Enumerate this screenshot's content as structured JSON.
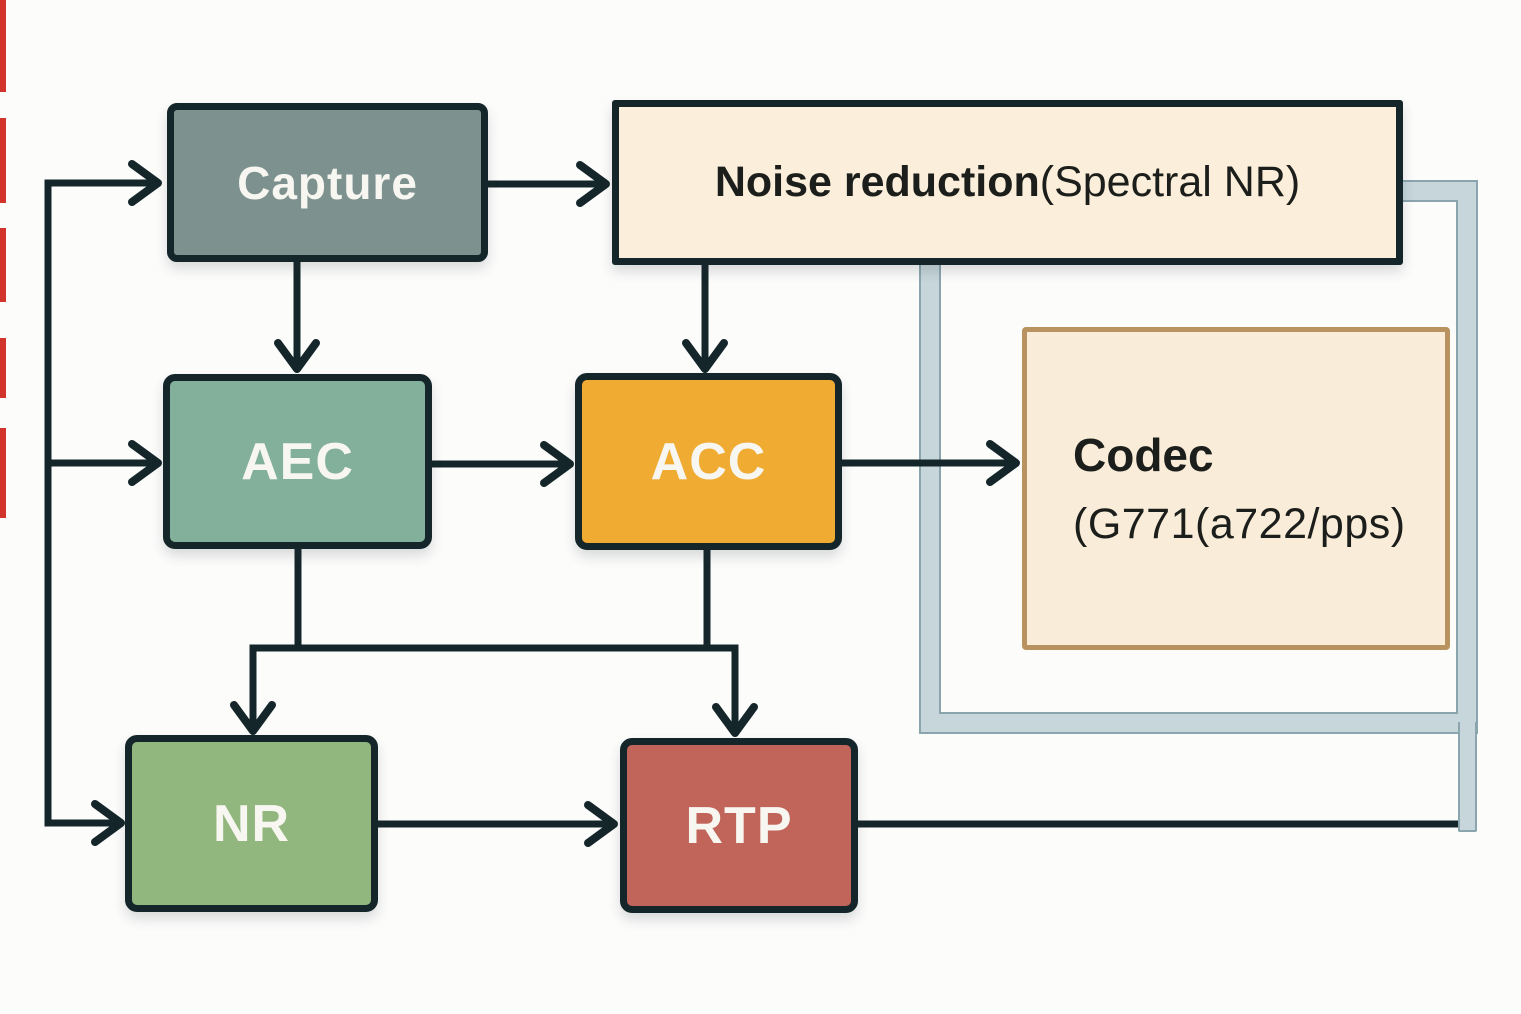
{
  "boxes": {
    "capture": {
      "label": "Capture",
      "fill": "#7d918f"
    },
    "noise_reduction": {
      "label_bold": "Noise reduction",
      "label_paren": "(Spectral NR)",
      "fill": "#fbeeda"
    },
    "aec": {
      "label": "AEC",
      "fill": "#83b09a"
    },
    "acc": {
      "label": "ACC",
      "fill": "#f0ab32"
    },
    "codec": {
      "label_bold": "Codec",
      "label_paren": "(G771(a722/pps)",
      "fill": "#f9ecd9",
      "border_color": "#b8935f"
    },
    "nr": {
      "label": "NR",
      "fill": "#92b77e"
    },
    "rtp": {
      "label": "RTP",
      "fill": "#c16459"
    }
  },
  "colors": {
    "connector": "#15262b",
    "box_border": "#15262b",
    "frame_fill": "#c6d6da",
    "frame_edge": "#8ba5ae",
    "background": "#fcfcfb",
    "box_text_light": "#f7f6f1",
    "box_text_dark": "#1c1e1b",
    "edge_artifact_red": "#d2342c"
  },
  "connections": [
    {
      "from": "input-bus",
      "to": "capture"
    },
    {
      "from": "input-bus",
      "to": "aec"
    },
    {
      "from": "input-bus",
      "to": "nr"
    },
    {
      "from": "capture",
      "to": "noise_reduction"
    },
    {
      "from": "capture",
      "to": "aec"
    },
    {
      "from": "noise_reduction",
      "to": "acc"
    },
    {
      "from": "aec",
      "to": "acc"
    },
    {
      "from": "acc",
      "to": "codec"
    },
    {
      "from": "aec",
      "to": "nr"
    },
    {
      "from": "aec",
      "to": "rtp"
    },
    {
      "from": "acc",
      "to": "nr"
    },
    {
      "from": "acc",
      "to": "rtp"
    },
    {
      "from": "nr",
      "to": "rtp"
    },
    {
      "from": "rtp",
      "to": "frame-loop"
    }
  ]
}
